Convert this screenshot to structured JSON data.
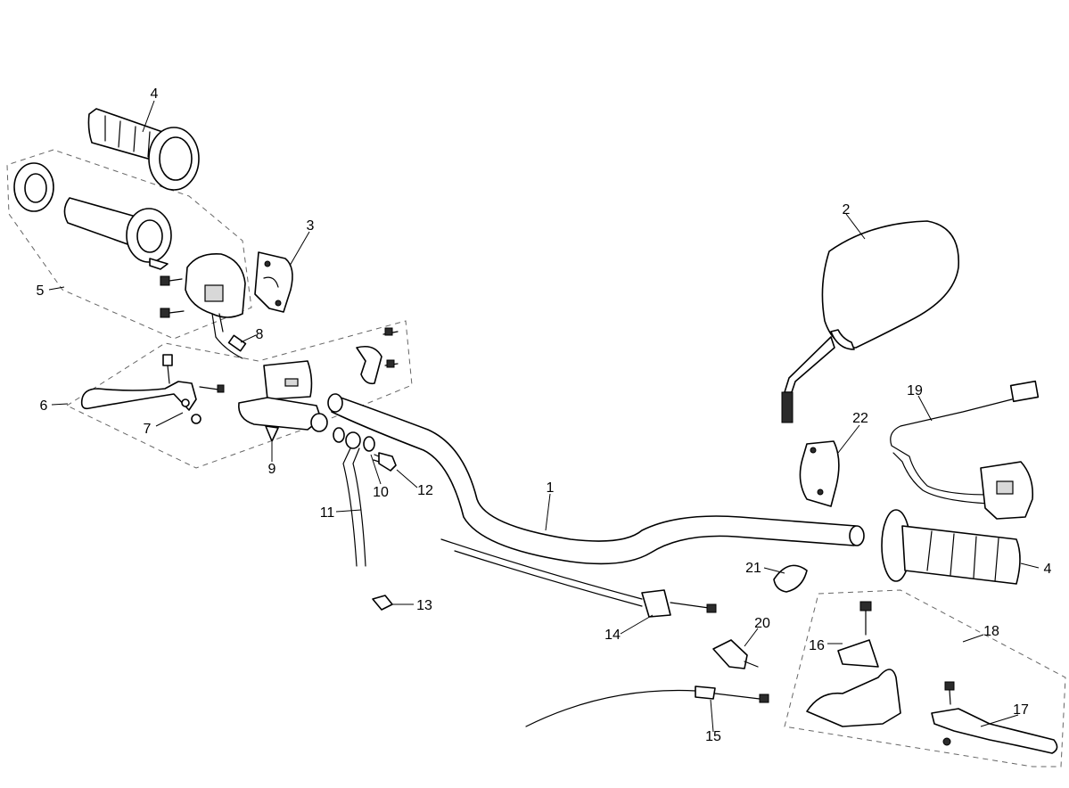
{
  "diagram": {
    "callouts": [
      "1",
      "2",
      "3",
      "4",
      "4",
      "5",
      "6",
      "7",
      "8",
      "9",
      "10",
      "11",
      "12",
      "13",
      "14",
      "15",
      "16",
      "17",
      "18",
      "19",
      "20",
      "21",
      "22"
    ]
  }
}
